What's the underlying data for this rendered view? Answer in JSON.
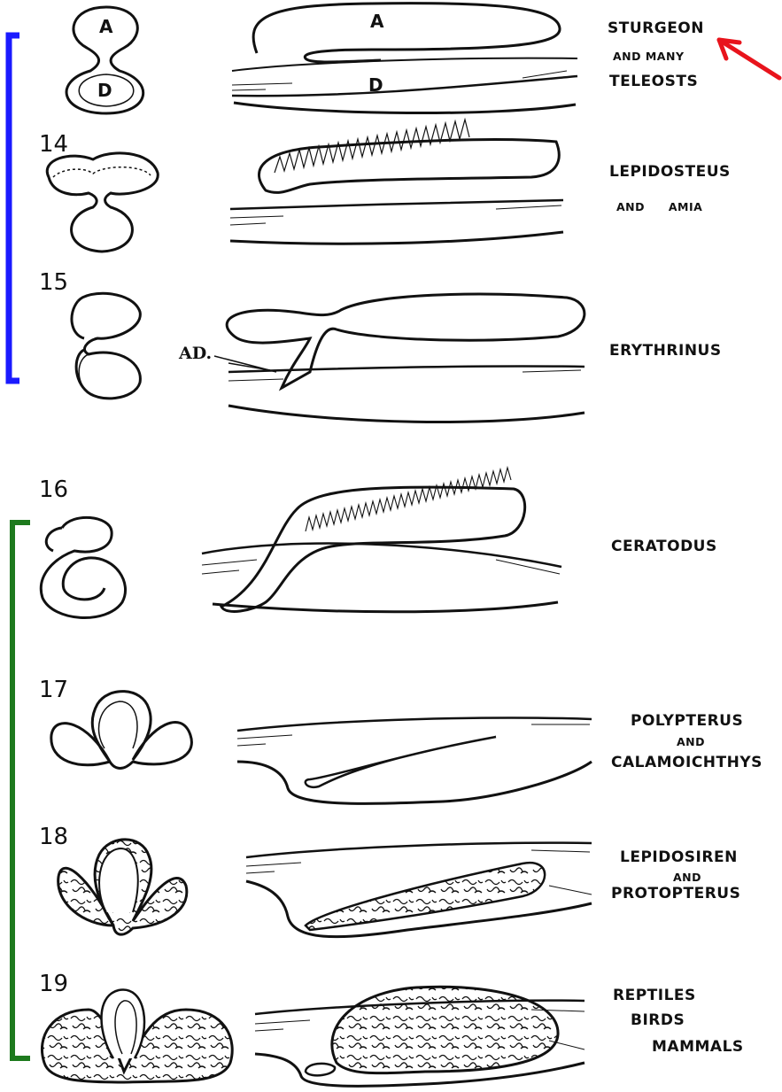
{
  "figures": [
    {
      "number": "",
      "lines": [
        "STURGEON",
        "AND MANY",
        "TELEOSTS"
      ]
    },
    {
      "number": "14",
      "lines": [
        "LEPIDOSTEUS",
        "AND AMIA"
      ]
    },
    {
      "number": "15",
      "lines": [
        "ERYTHRINUS"
      ]
    },
    {
      "number": "16",
      "lines": [
        "CERATODUS"
      ]
    },
    {
      "number": "17",
      "lines": [
        "POLYPTERUS",
        "AND",
        "CALAMOICHTHYS"
      ]
    },
    {
      "number": "18",
      "lines": [
        "LEPIDOSIREN",
        "AND",
        "PROTOPTERUS"
      ]
    },
    {
      "number": "19",
      "lines": [
        "REPTILES",
        "BIRDS",
        "MAMMALS"
      ]
    }
  ],
  "letters": {
    "a": "A",
    "d": "D",
    "ad": "AD."
  },
  "colors": {
    "blue_bracket": "#1a1aff",
    "green_bracket": "#1e7a1e",
    "arrow": "#e8141c",
    "ink": "#111111"
  }
}
